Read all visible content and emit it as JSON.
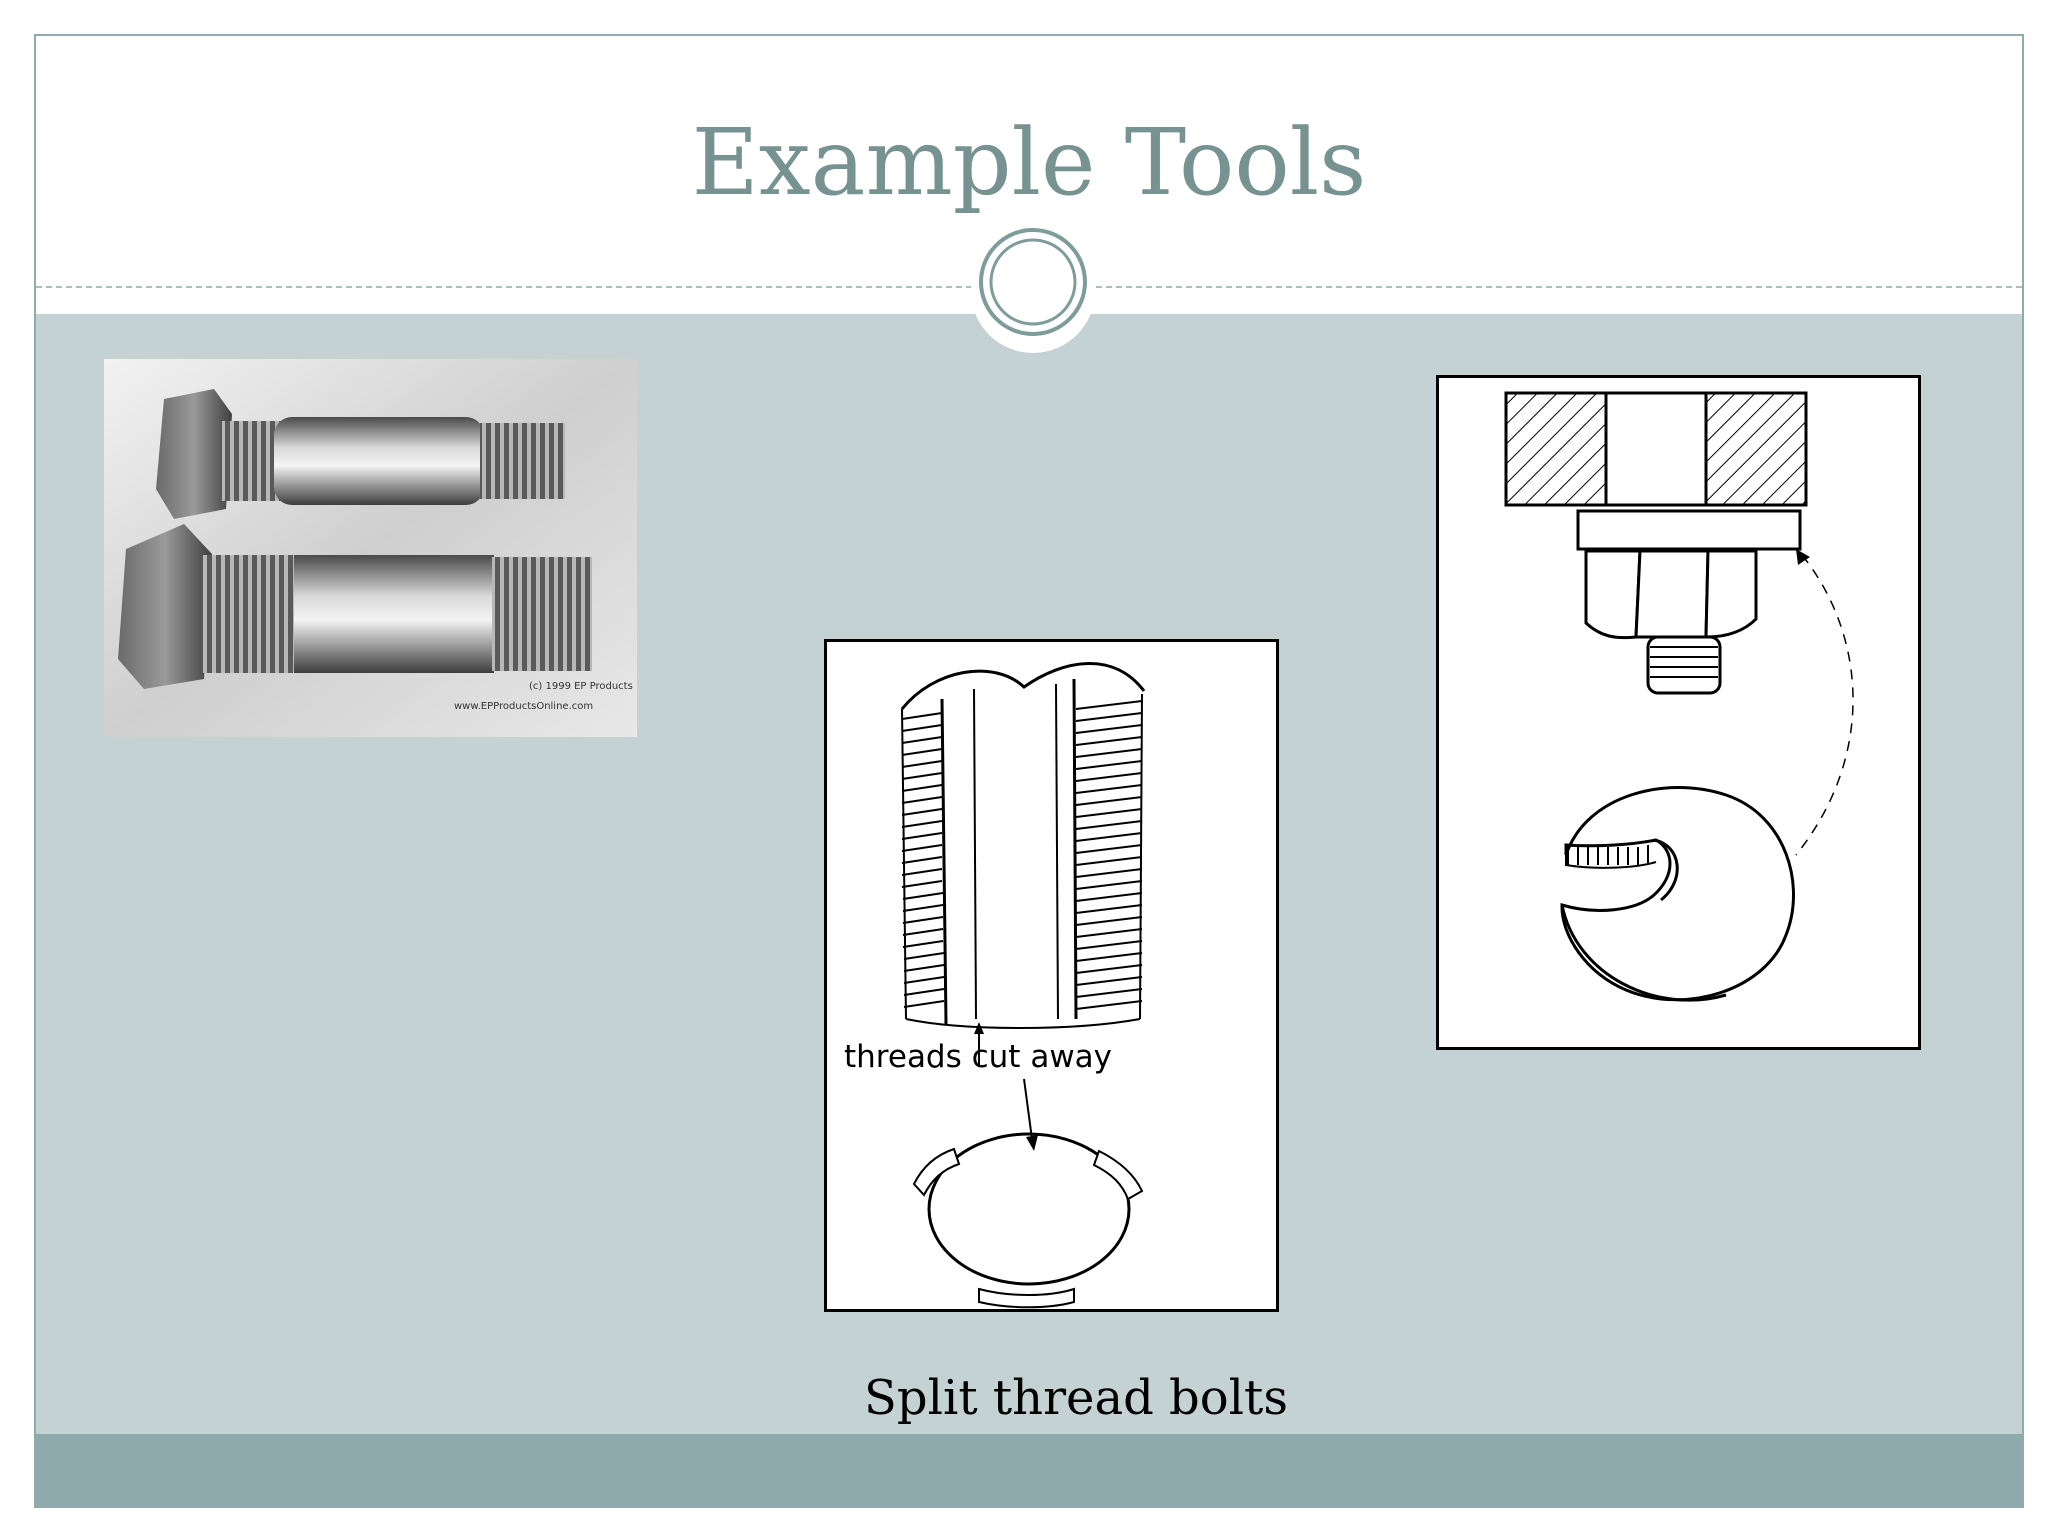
{
  "slide": {
    "title": "Example Tools",
    "caption": "Split thread bolts"
  },
  "photo": {
    "credit_line_1": "(c) 1999 EP Products",
    "credit_line_2": "www.EPProductsOnline.com"
  },
  "split_thread_diagram": {
    "label": "threads cut away"
  },
  "colors": {
    "title": "#779391",
    "content_band": "#c4d2d4",
    "footer_band": "#8eaaac",
    "frame_border": "#8fabad"
  },
  "icons": {
    "ornament": "double-ring-icon"
  }
}
